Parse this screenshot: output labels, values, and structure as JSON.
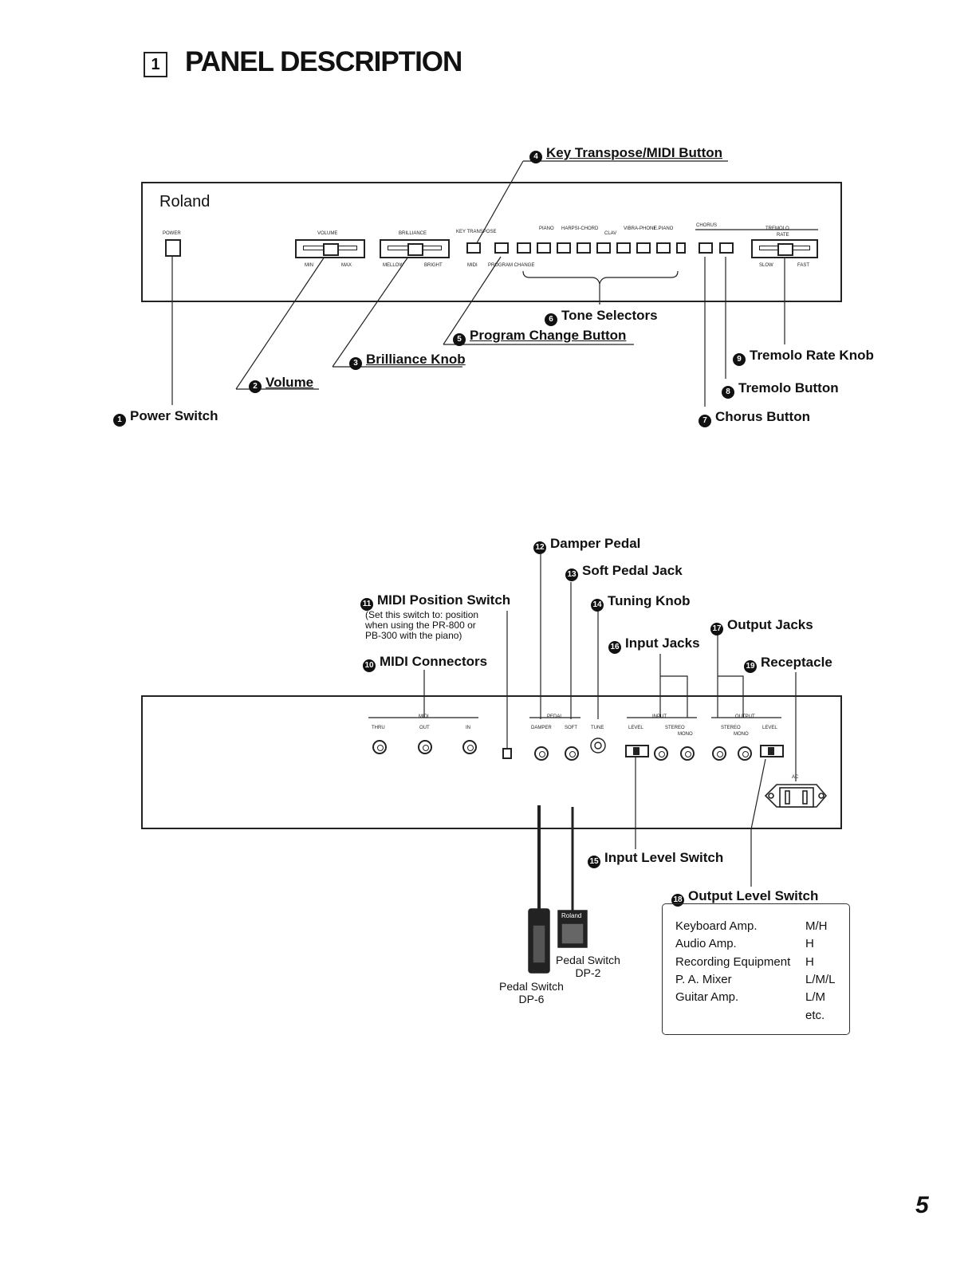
{
  "header": {
    "section_number": "1",
    "title": "PANEL DESCRIPTION"
  },
  "page_number": "5",
  "front_panel": {
    "brand": "Roland",
    "labels": [
      {
        "num": "1",
        "text": "Power Switch"
      },
      {
        "num": "2",
        "text": "Volume"
      },
      {
        "num": "3",
        "text": "Brilliance Knob"
      },
      {
        "num": "4",
        "text": "Key Transpose/MIDI Button"
      },
      {
        "num": "5",
        "text": "Program Change Button"
      },
      {
        "num": "6",
        "text": "Tone Selectors"
      },
      {
        "num": "7",
        "text": "Chorus Button"
      },
      {
        "num": "8",
        "text": "Tremolo Button"
      },
      {
        "num": "9",
        "text": "Tremolo Rate Knob"
      }
    ],
    "panel_text": {
      "power": "POWER",
      "volume": "VOLUME",
      "brilliance": "BRILLIANCE",
      "key_transpose": "KEY TRANSPOSE",
      "midi": "MIDI",
      "program_change": "PROGRAM CHANGE",
      "chorus": "CHORUS",
      "tremolo": "TREMOLO",
      "rate": "RATE",
      "min": "MIN",
      "max": "MAX",
      "mellow": "MELLOW",
      "bright": "BRIGHT",
      "slow": "SLOW",
      "fast": "FAST",
      "tone_groups": [
        "PIANO",
        "HARPSI-CHORD",
        "CLAV",
        "VIBRA-PHONE",
        "E.PIANO"
      ]
    }
  },
  "rear_panel": {
    "labels": [
      {
        "num": "10",
        "text": "MIDI Connectors"
      },
      {
        "num": "11",
        "text": "MIDI Position Switch"
      },
      {
        "num": "12",
        "text": "Damper Pedal"
      },
      {
        "num": "13",
        "text": "Soft Pedal Jack"
      },
      {
        "num": "14",
        "text": "Tuning Knob"
      },
      {
        "num": "15",
        "text": "Input Level Switch"
      },
      {
        "num": "16",
        "text": "Input Jacks"
      },
      {
        "num": "17",
        "text": "Output Jacks"
      },
      {
        "num": "18",
        "text": "Output Level Switch"
      },
      {
        "num": "19",
        "text": "Receptacle"
      }
    ],
    "midi_position_note": "(Set this switch to: position\nwhen using the PR-800 or\nPB-300 with the piano)",
    "panel_text": {
      "midi": "MIDI",
      "thru": "THRU",
      "out": "OUT",
      "in": "IN",
      "pedal": "PEDAL",
      "damper": "DAMPER",
      "soft": "SOFT",
      "tune": "TUNE",
      "input": "INPUT",
      "output": "OUTPUT",
      "level": "LEVEL",
      "stereo": "STEREO",
      "mono": "MONO",
      "ac": "AC"
    },
    "pedals": [
      {
        "caption": "Pedal Switch",
        "model": "DP-6"
      },
      {
        "caption": "Pedal Switch",
        "model": "DP-2",
        "brand": "Roland"
      }
    ]
  },
  "output_level_table": [
    {
      "device": "Keyboard Amp.",
      "level": "M/H"
    },
    {
      "device": "Audio Amp.",
      "level": "H"
    },
    {
      "device": "Recording Equipment",
      "level": "H"
    },
    {
      "device": "P. A. Mixer",
      "level": "L/M/L"
    },
    {
      "device": "Guitar Amp.",
      "level": "L/M"
    },
    {
      "device": "",
      "level": "etc."
    }
  ]
}
